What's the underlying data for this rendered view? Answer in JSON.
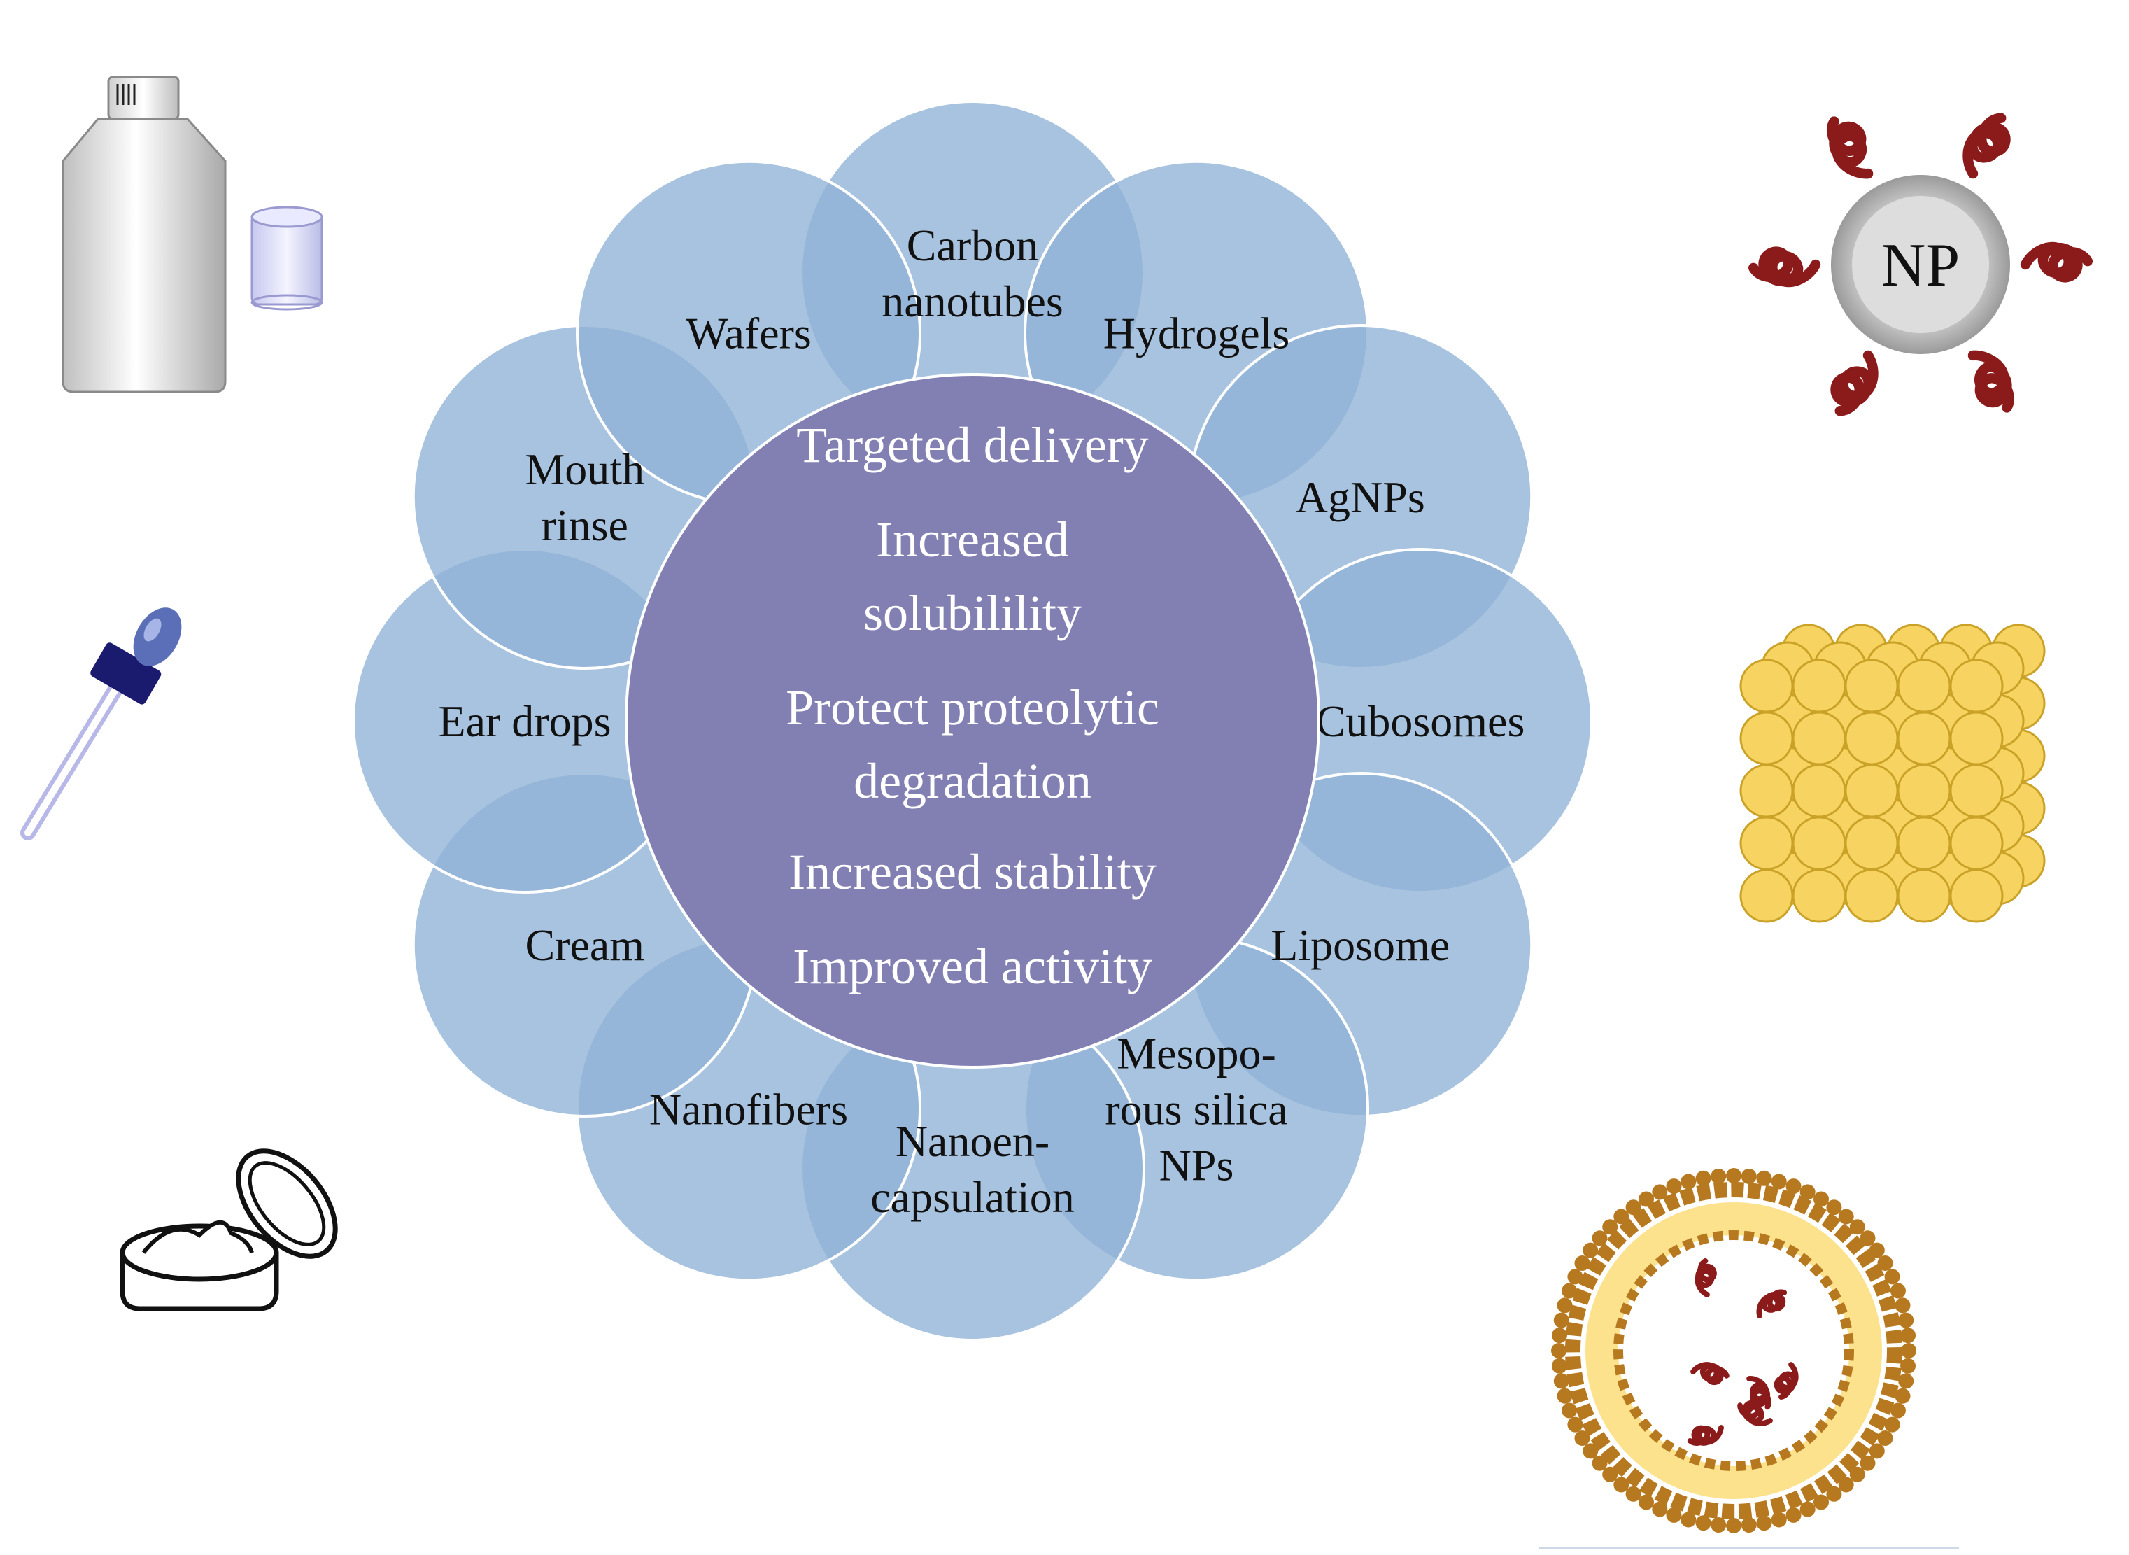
{
  "center": {
    "lines": [
      "Targeted delivery",
      "Increased",
      "solubilility",
      "Protect proteolytic",
      "degradation",
      "Increased stability",
      "Improved activity"
    ]
  },
  "satellites": [
    {
      "id": "carbon-nanotubes",
      "lines": [
        "Carbon",
        "nanotubes"
      ]
    },
    {
      "id": "hydrogels",
      "lines": [
        "Hydrogels"
      ]
    },
    {
      "id": "agnps",
      "lines": [
        "AgNPs"
      ]
    },
    {
      "id": "cubosomes",
      "lines": [
        "Cubosomes"
      ]
    },
    {
      "id": "liposome",
      "lines": [
        "Liposome"
      ]
    },
    {
      "id": "mesoporous-silica-nps",
      "lines": [
        "Mesopo-",
        "rous silica",
        "NPs"
      ]
    },
    {
      "id": "nanoencapsulation",
      "lines": [
        "Nanoen-",
        "capsulation"
      ]
    },
    {
      "id": "nanofibers",
      "lines": [
        "Nanofibers"
      ]
    },
    {
      "id": "cream",
      "lines": [
        "Cream"
      ]
    },
    {
      "id": "ear-drops",
      "lines": [
        "Ear drops"
      ]
    },
    {
      "id": "mouth-rinse",
      "lines": [
        "Mouth",
        "rinse"
      ]
    },
    {
      "id": "wafers",
      "lines": [
        "Wafers"
      ]
    }
  ],
  "icons": {
    "nanoparticle_label": "NP",
    "names": [
      "bottle-and-cup-icon",
      "dropper-icon",
      "cream-jar-icon",
      "nanoparticle-icon",
      "cubosome-icon",
      "liposome-icon"
    ]
  },
  "colors": {
    "satellite_fill": "#8fb2d6",
    "satellite_stroke": "#ffffff",
    "center_fill": "#8280b2",
    "peptide": "#8b1a1a",
    "cubosome": "#f7d461",
    "liposome": "#b7791f"
  }
}
